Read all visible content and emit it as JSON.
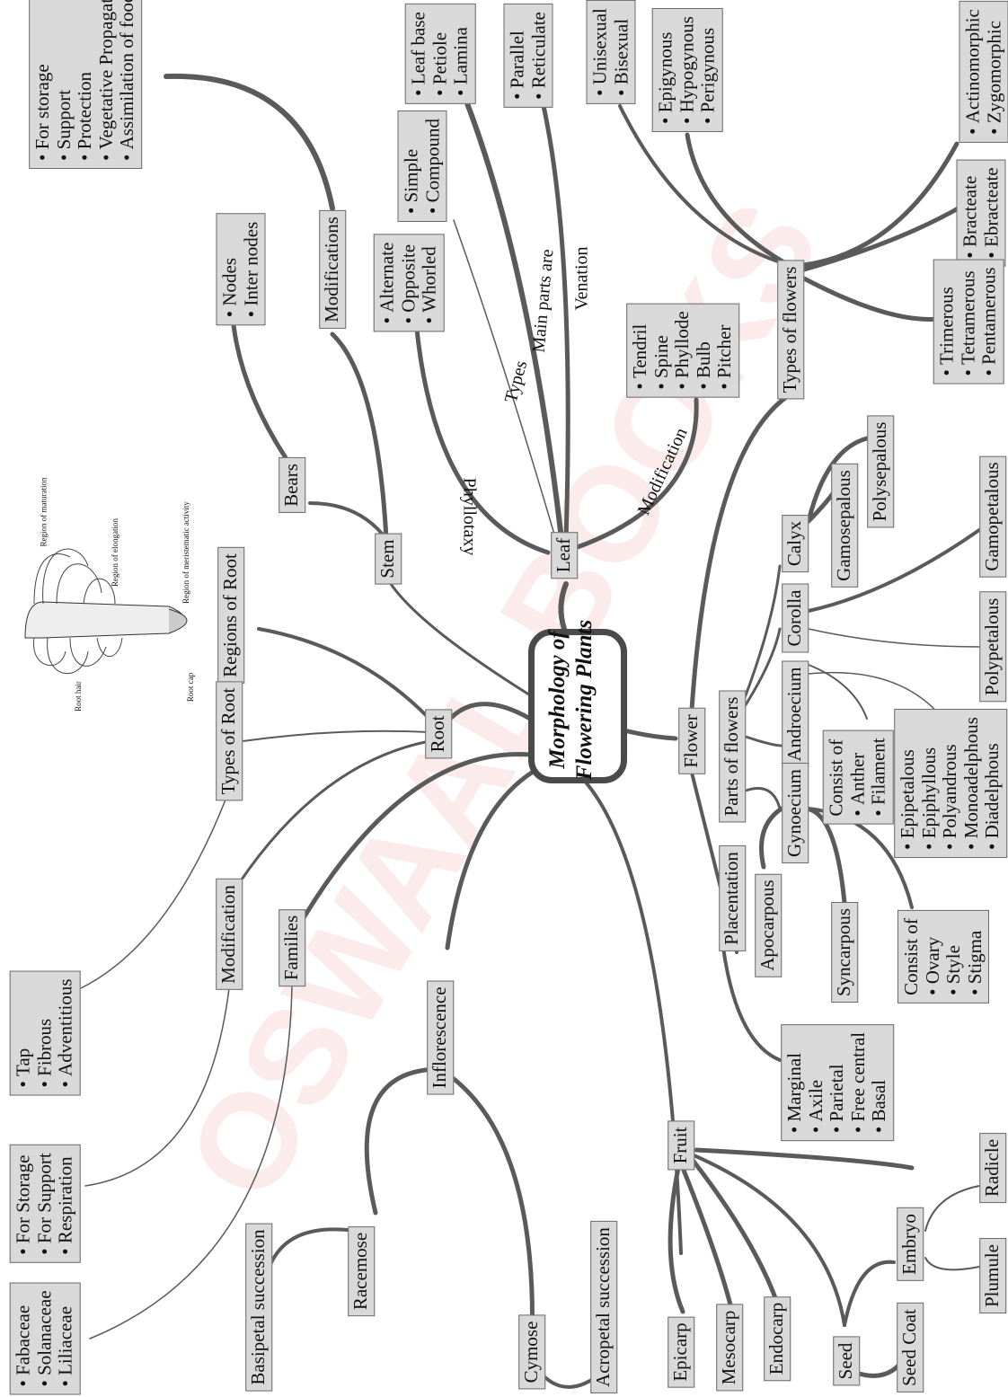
{
  "center": {
    "line1": "Morphology of",
    "line2": "Flowering Plants"
  },
  "watermark": "OSWAAL BOOKS",
  "root": {
    "label": "Root",
    "regions_label": "Regions of Root",
    "types_label": "Types of Root",
    "modification_label": "Modification",
    "types": [
      "Tap",
      "Fibrous",
      "Adventitious"
    ],
    "modifications": [
      "For Storage",
      "For Support",
      "Respiration"
    ],
    "figure": {
      "root_hair": "Root hair",
      "root_cap": "Root cap",
      "maturation": "Region of maturation",
      "elongation": "Region of elongation",
      "meristematic": "Region of meristematic activity"
    }
  },
  "families": {
    "label": "Families",
    "items": [
      "Fabaceae",
      "Solanaceae",
      "Liliaceae"
    ]
  },
  "stem": {
    "label": "Stem",
    "bears_label": "Bears",
    "bears": [
      "Nodes",
      "Inter nodes"
    ],
    "modifications_label": "Modifications",
    "modifications": [
      "For storage",
      "Support",
      "Protection",
      "Vegetative Propagation",
      "Assimilation of food"
    ]
  },
  "leaf": {
    "label": "Leaf",
    "edges": {
      "phyllotaxy": "Phyllotaxy",
      "types": "Types",
      "main_parts": "Main parts are",
      "venation": "Venation",
      "modification": "Modification"
    },
    "phyllotaxy": [
      "Alternate",
      "Opposite",
      "Whorled"
    ],
    "types": [
      "Simple",
      "Compound"
    ],
    "main_parts": [
      "Leaf base",
      "Petiole",
      "Lamina"
    ],
    "venation": [
      "Parallel",
      "Reticulate"
    ],
    "modification": [
      "Tendril",
      "Spine",
      "Phyllode",
      "Bulb",
      "Pitcher"
    ]
  },
  "flower": {
    "label": "Flower",
    "types_label": "Types of flowers",
    "sex": [
      "Unisexual",
      "Bisexual"
    ],
    "ovary_position": [
      "Epigynous",
      "Hypogynous",
      "Perigynous"
    ],
    "symmetry": [
      "Actinomorphic",
      "Zygomorphic"
    ],
    "bracts": [
      "Bracteate",
      "Ebracteate"
    ],
    "merous": [
      "Trimerous",
      "Tetramerous",
      "Pentamerous"
    ],
    "parts_label": "Parts of flowers",
    "calyx": "Calyx",
    "polysepalous": "Polysepalous",
    "gamosepalous": "Gamosepalous",
    "corolla": "Corolla",
    "gamopetalous": "Gamopetalous",
    "polypetalous": "Polypetalous",
    "androecium": "Androecium",
    "androecium_consist": {
      "title": "Consist of",
      "items": [
        "Anther",
        "Filament"
      ]
    },
    "androecium_types": [
      "Epipetalous",
      "Epiphyllous",
      "Polyandrous",
      "Monoadelphous",
      "Diadelphous"
    ],
    "gynoecium": "Gynoecium",
    "apocarpous": "Apocarpous",
    "syncarpous": "Syncarpous",
    "gynoecium_consist": {
      "title": "Consist of",
      "items": [
        "Ovary",
        "Style",
        "Stigma"
      ]
    },
    "placentation_label": "Placentation",
    "placentation": [
      "Marginal",
      "Axile",
      "Parietal",
      "Free central",
      "Basal"
    ]
  },
  "inflorescence": {
    "label": "Inflorescence",
    "racemose": "Racemose",
    "basipetal": "Basipetal succession",
    "cymose": "Cymose",
    "acropetal": "Acropetal succession"
  },
  "fruit": {
    "label": "Fruit",
    "epicarp": "Epicarp",
    "mesocarp": "Mesocarp",
    "endocarp": "Endocarp",
    "seed": "Seed",
    "seed_coat": "Seed Coat",
    "embryo": "Embryo",
    "plumule": "Plumule",
    "radicle": "Radicle"
  }
}
